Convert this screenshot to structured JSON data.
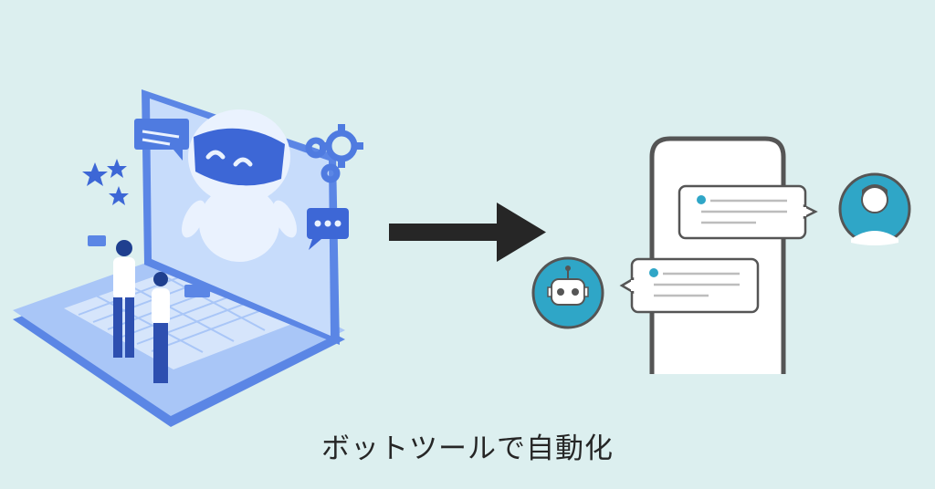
{
  "caption": "ボットツールで自動化",
  "colors": {
    "background": "#dcefef",
    "laptop_primary": "#5b86e5",
    "laptop_light": "#a9c6f7",
    "laptop_screen": "#c7dcfb",
    "arrow": "#262626",
    "phone_frame": "#555555",
    "avatar_teal": "#2fa6c7",
    "bubble_dot": "#2fa6c7"
  },
  "illustration": {
    "left": "laptop-with-robot-and-people",
    "middle": "arrow-right-icon",
    "right": "smartphone-chat-bot-and-user"
  }
}
